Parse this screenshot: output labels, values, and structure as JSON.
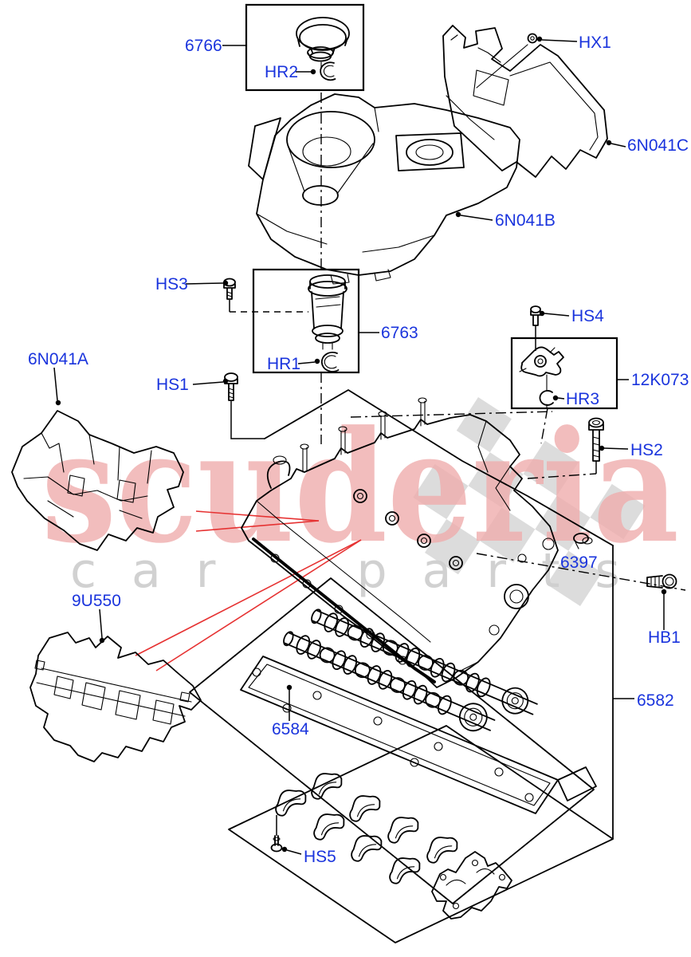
{
  "diagram_type": "exploded-parts-diagram",
  "subject": "engine camshaft cover and covers assembly",
  "watermark": {
    "brand": "scuderia",
    "subtitle": "car parts",
    "brand_color": "#efadad",
    "subtitle_color": "#cfcfcf",
    "checker_color": "#dcdcdc"
  },
  "colors": {
    "label_blue": "#1a34dd",
    "line_black": "#000000",
    "leader_red": "#e63232",
    "background": "#ffffff"
  },
  "labels": {
    "p6766": "6766",
    "hr2": "HR2",
    "hx1": "HX1",
    "p6n041c": "6N041C",
    "p6n041b": "6N041B",
    "hs3": "HS3",
    "p6763": "6763",
    "hr1": "HR1",
    "p6n041a": "6N041A",
    "hs1": "HS1",
    "hs4": "HS4",
    "p12k073": "12K073",
    "hr3": "HR3",
    "hs2": "HS2",
    "p6397": "6397",
    "hb1": "HB1",
    "p9u550": "9U550",
    "p6584": "6584",
    "p6582": "6582",
    "hs5": "HS5"
  }
}
